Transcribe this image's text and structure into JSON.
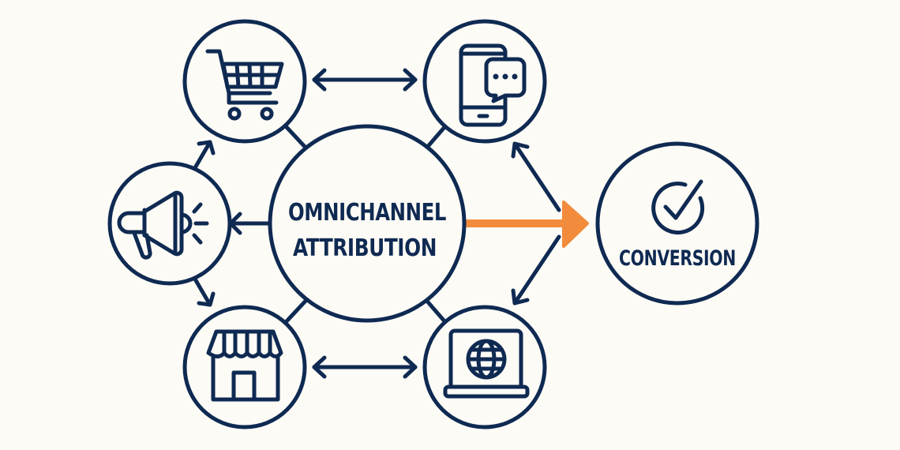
{
  "diagram": {
    "center_node": {
      "line1": "OMNICHANNEL",
      "line2": "ATTRIBUTION"
    },
    "outcome_node": {
      "label": "CONVERSION",
      "icon": "checkmark-circle-icon"
    },
    "channel_nodes": [
      {
        "id": "ecommerce",
        "icon": "shopping-cart-icon"
      },
      {
        "id": "mobile",
        "icon": "smartphone-chat-icon"
      },
      {
        "id": "advertising",
        "icon": "megaphone-icon"
      },
      {
        "id": "retail-store",
        "icon": "storefront-icon"
      },
      {
        "id": "web",
        "icon": "laptop-globe-icon"
      }
    ],
    "connections": [
      {
        "from": "ecommerce",
        "to": "mobile",
        "type": "bidirectional"
      },
      {
        "from": "retail-store",
        "to": "web",
        "type": "bidirectional"
      },
      {
        "from": "omnichannel-attribution",
        "to": "advertising",
        "type": "directed"
      },
      {
        "from": "advertising",
        "to": "ecommerce",
        "type": "directed"
      },
      {
        "from": "advertising",
        "to": "retail-store",
        "type": "directed"
      },
      {
        "from": "omnichannel-attribution",
        "to": "conversion",
        "type": "directed-highlight"
      },
      {
        "from": "conversion",
        "to": "mobile",
        "type": "directed"
      },
      {
        "from": "conversion",
        "to": "web",
        "type": "directed"
      }
    ],
    "colors": {
      "primary": "#0F2A52",
      "accent": "#F28C3C",
      "background": "#FDFBF6"
    }
  }
}
